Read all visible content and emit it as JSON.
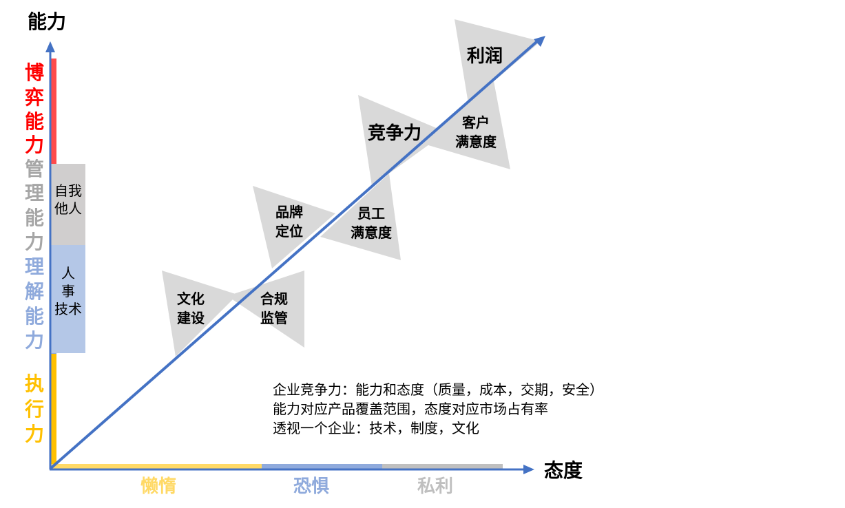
{
  "y_axis_title": "能力",
  "x_axis_title": "态度",
  "left_bar_labels": {
    "game": [
      "博",
      "弈",
      "能",
      "力"
    ],
    "manage": [
      "管",
      "理",
      "能",
      "力"
    ],
    "understand": [
      "理",
      "解",
      "能",
      "力"
    ],
    "execute": [
      "执",
      "行",
      "力"
    ]
  },
  "boxes": {
    "self_others": [
      "自我",
      "他人"
    ],
    "hr_tech": [
      "人",
      "事",
      "技术"
    ]
  },
  "stages": {
    "culture": [
      "文化",
      "建设"
    ],
    "compliance": [
      "合规",
      "监管"
    ],
    "brand": [
      "品牌",
      "定位"
    ],
    "employee": [
      "员工",
      "满意度"
    ],
    "competitiveness": "竞争力",
    "customer": [
      "客户",
      "满意度"
    ],
    "profit": "利润"
  },
  "notes": [
    "企业竞争力：能力和态度（质量，成本，交期，安全）",
    "能力对应产品覆盖范围，态度对应市场占有率",
    "透视一个企业：技术，制度，文化"
  ],
  "x_segments": [
    "懒惰",
    "恐惧",
    "私利"
  ],
  "colors": {
    "axis": "#4472c4",
    "red": "#ff0000",
    "gray": "#a6a6a6",
    "blue": "#8faadc",
    "yellow": "#ffc000",
    "triangle": "#d9d9d9",
    "box_gray": "#d0cece",
    "box_blue": "#b4c7e7"
  }
}
